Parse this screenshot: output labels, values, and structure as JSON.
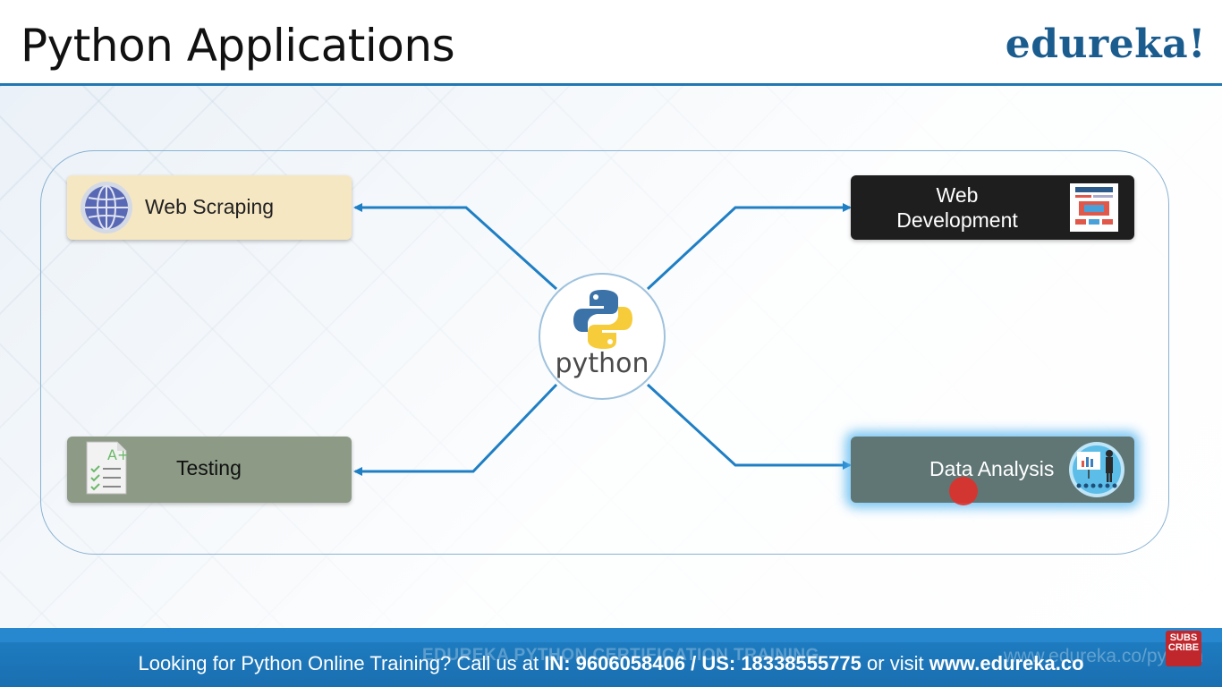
{
  "header": {
    "title": "Python Applications",
    "brand": "edureka!"
  },
  "diagram": {
    "center_label": "python",
    "nodes": {
      "web_scraping": "Web Scraping",
      "testing": "Testing",
      "web_development_line1": "Web",
      "web_development_line2": "Development",
      "data_analysis": "Data Analysis"
    },
    "testing_icon_grade": "A+"
  },
  "footer": {
    "watermark_left": "EDUREKA PYTHON CERTIFICATION TRAINING",
    "watermark_right": "www.edureka.co/python",
    "text_prefix": "Looking for Python Online Training? Call us at ",
    "phone_in": "IN: 9606058406 / US: 18338555775",
    "text_mid": " or visit ",
    "website": "www.edureka.co",
    "subscribe_line1": "SUBS",
    "subscribe_line2": "CRIBE"
  },
  "colors": {
    "accent": "#1f78b4",
    "connector": "#1f7fc4",
    "brand": "#1b5c8e"
  }
}
